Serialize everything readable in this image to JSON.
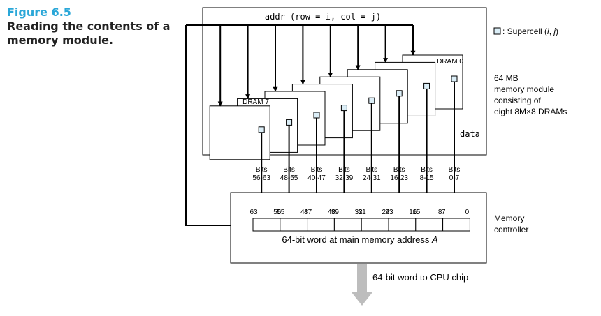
{
  "figure": {
    "label": "Figure 6.5",
    "title": "Reading the contents of a memory module."
  },
  "module": {
    "addr_label": "addr (row = i, col = j)",
    "data_label": "data",
    "dram_first": "DRAM 0",
    "dram_last": "DRAM 7"
  },
  "legend": {
    "supercell_prefix": ": Supercell (",
    "supercell_i": "i",
    "supercell_sep": ", ",
    "supercell_j": "j",
    "supercell_suffix": ")"
  },
  "module_desc": [
    "64 MB",
    "memory module",
    "consisting of",
    "eight 8M×8 DRAMs"
  ],
  "bits": [
    {
      "top": "Bits",
      "range": "56-63"
    },
    {
      "top": "Bits",
      "range": "48-55"
    },
    {
      "top": "Bits",
      "range": "40-47"
    },
    {
      "top": "Bits",
      "range": "32-39"
    },
    {
      "top": "Bits",
      "range": "24-31"
    },
    {
      "top": "Bits",
      "range": "16-23"
    },
    {
      "top": "Bits",
      "range": "8-15"
    },
    {
      "top": "Bits",
      "range": "0-7"
    }
  ],
  "bit_numbers": [
    "63",
    "56",
    "55",
    "48",
    "47",
    "40",
    "39",
    "32",
    "31",
    "24",
    "23",
    "16",
    "15",
    "8",
    "7",
    "0"
  ],
  "word": {
    "label_prefix": "64-bit word at main memory address ",
    "label_var": "A"
  },
  "controller": [
    "Memory",
    "controller"
  ],
  "cpu_label": "64-bit word to CPU chip",
  "colors": {
    "accent": "#2aa7d8",
    "line": "#000000",
    "supercell_fill": "#dbeef7",
    "output_arrow": "#bdbdbd"
  }
}
